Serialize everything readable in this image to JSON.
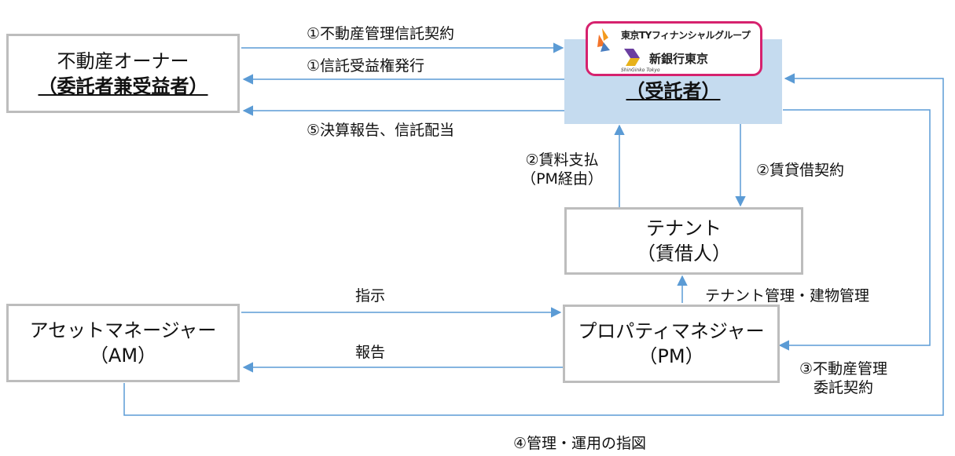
{
  "owner": {
    "line1": "不動産オーナー",
    "line2": "（委託者兼受益者）"
  },
  "trustee": {
    "group_name": "東京TYフィナンシャルグループ",
    "bank_name": "新銀行東京",
    "bank_name_small": "ShinGinko Tokyo",
    "title": "（受託者）"
  },
  "tenant": {
    "line1": "テナント",
    "line2": "（賃借人）"
  },
  "asset_manager": {
    "line1": "アセットマネージャー",
    "line2": "（AM）"
  },
  "property_manager": {
    "line1": "プロパティマネジャー",
    "line2": "（PM）"
  },
  "edges": {
    "trust_contract": "①不動産管理信託契約",
    "beneficiary_rights": "①信託受益権発行",
    "settlement": "⑤決算報告、信託配当",
    "rent_payment_1": "②賃料支払",
    "rent_payment_2": "（PM経由）",
    "lease_contract": "②賃貸借契約",
    "pm_management": "テナント管理・建物管理",
    "instruction": "指示",
    "report": "報告",
    "mgmt_contract_1": "③不動産管理",
    "mgmt_contract_2": "委託契約",
    "direction": "④管理・運用の指図"
  },
  "colors": {
    "arrow": "#5b9bd5",
    "box_border": "#bdbdbd",
    "trustee_fill": "#c5dbef",
    "logo_border": "#d6226e",
    "logo_orange": "#f39a1e",
    "logo_purple": "#6b3fa0",
    "logo_gold": "#e7b21a"
  }
}
